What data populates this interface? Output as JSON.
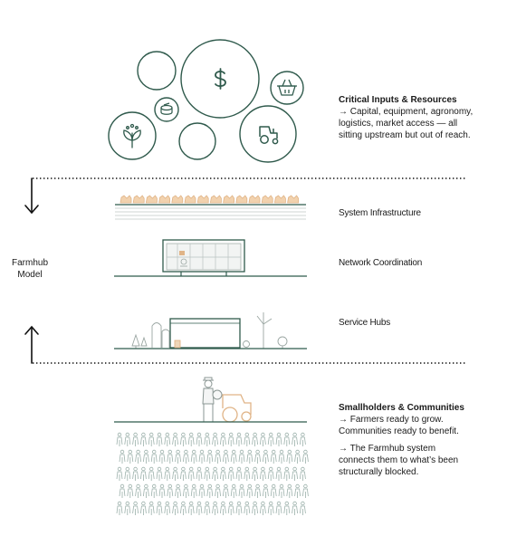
{
  "model_label": [
    "Farmhub",
    "Model"
  ],
  "sections": {
    "critical_inputs": {
      "title": "Critical Inputs & Resources",
      "lines": [
        "→ Capital, equipment, agronomy,",
        "logistics, market access — all",
        "sitting upstream but out of reach."
      ]
    },
    "layers": {
      "system_infrastructure": "System Infrastructure",
      "network_coordination": "Network Coordination",
      "service_hubs": "Service Hubs"
    },
    "smallholders": {
      "title": "Smallholders & Communities",
      "lines_a": [
        "→ Farmers ready to grow.",
        "Communities ready to benefit."
      ],
      "lines_b": [
        "→ The Farmhub system",
        "connects them to what’s been",
        "structurally blocked."
      ]
    }
  },
  "icons": {
    "dollar": "dollar-icon",
    "basket": "basket-icon",
    "tractor": "tractor-icon",
    "plant": "plant-icon",
    "coins": "coins-icon"
  },
  "colors": {
    "teal": "#2f5a4c",
    "arrow": "#111111",
    "tan": "#e0b487",
    "grey": "#9aa6a2",
    "people": "#9bb0aa"
  }
}
